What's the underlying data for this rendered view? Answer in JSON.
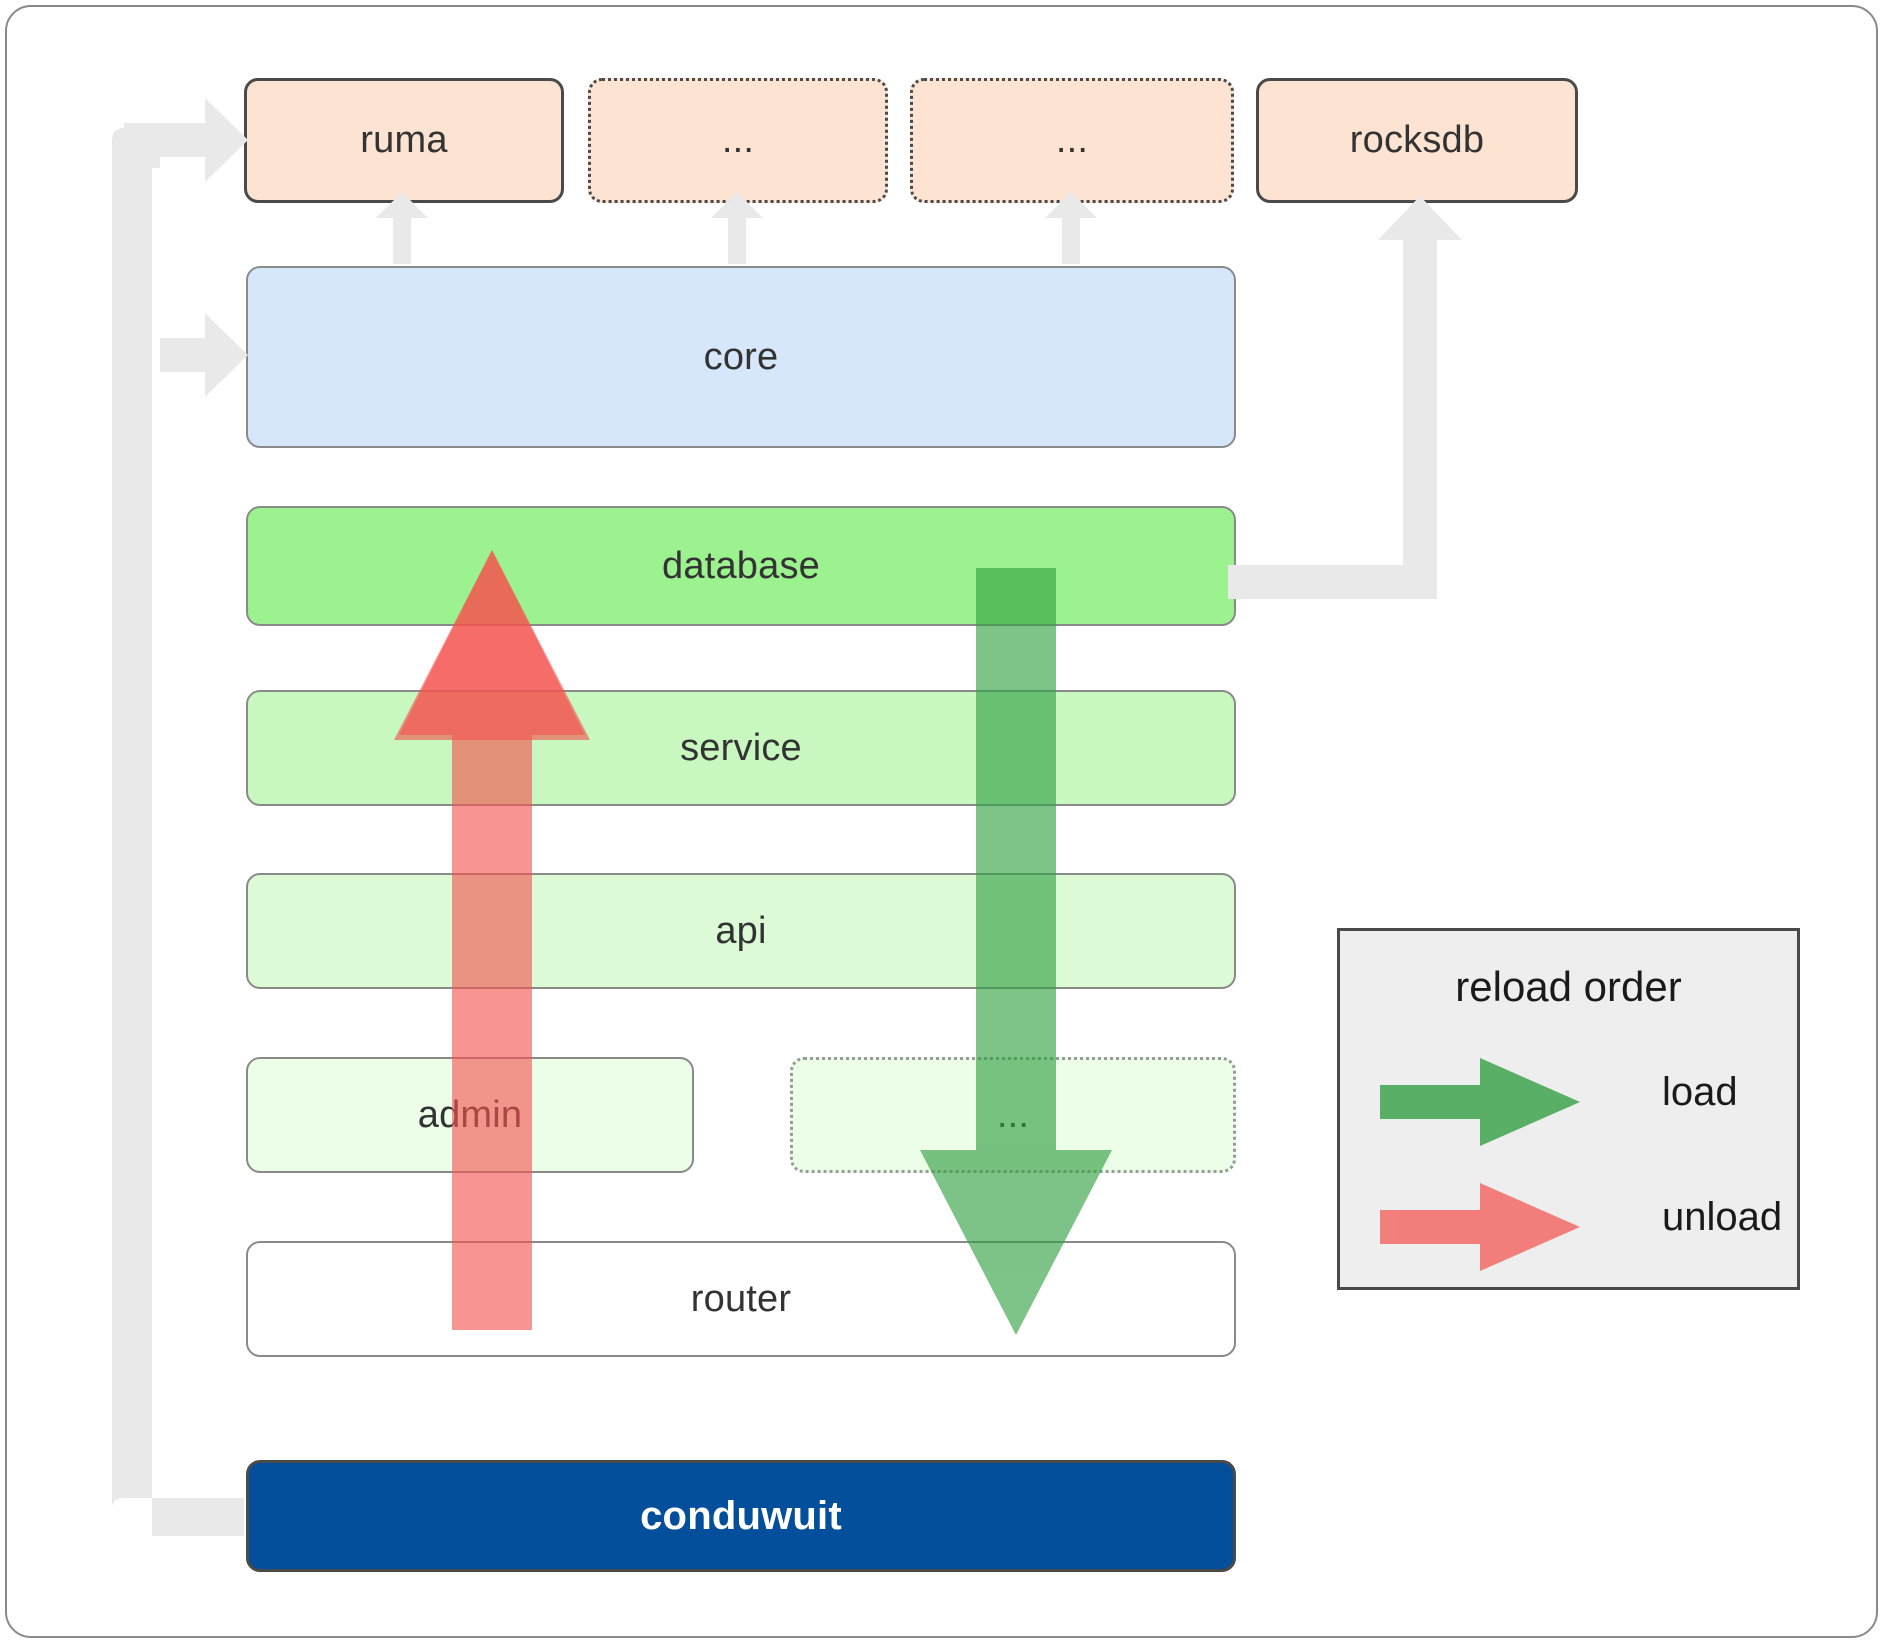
{
  "diagram": {
    "title": "conduwuit crate dependency / reload order diagram",
    "colors": {
      "dependency_fill": "#fde3d2",
      "core_fill": "#d6e7fb",
      "database_fill": "#9cf28f",
      "service_fill": "#c9f7c0",
      "api_fill": "#ddfad6",
      "admin_fill": "#ecfde8",
      "router_fill": "#ffffff",
      "root_fill": "#034f9b",
      "load_arrow": "#4caf50",
      "unload_arrow": "#f98080",
      "connector_arrow": "#e8e8e8",
      "legend_bg": "#eeeeee",
      "border_dark": "#4a4a4a",
      "border_grey": "#8a8a8a"
    },
    "external_deps": [
      {
        "label": "ruma",
        "style": "solid",
        "name": "ruma"
      },
      {
        "label": "...",
        "style": "dotted",
        "name": "dep-ellipsis-1"
      },
      {
        "label": "...",
        "style": "dotted",
        "name": "dep-ellipsis-2"
      },
      {
        "label": "rocksdb",
        "style": "solid",
        "name": "rocksdb"
      }
    ],
    "layers": [
      {
        "label": "core",
        "style": "solid",
        "name": "core"
      },
      {
        "label": "database",
        "style": "solid",
        "name": "database"
      },
      {
        "label": "service",
        "style": "solid",
        "name": "service"
      },
      {
        "label": "api",
        "style": "solid",
        "name": "api"
      }
    ],
    "leaf_layers": [
      {
        "label": "admin",
        "style": "solid",
        "name": "admin"
      },
      {
        "label": "...",
        "style": "dotted",
        "name": "leaf-ellipsis"
      }
    ],
    "router": {
      "label": "router",
      "style": "solid",
      "name": "router"
    },
    "root": {
      "label": "conduwuit",
      "style": "solid",
      "name": "conduwuit"
    }
  },
  "legend": {
    "title": "reload order",
    "entries": [
      {
        "label": "load",
        "color": "#4caf50",
        "direction": "right"
      },
      {
        "label": "unload",
        "color": "#f98080",
        "direction": "right"
      }
    ]
  }
}
